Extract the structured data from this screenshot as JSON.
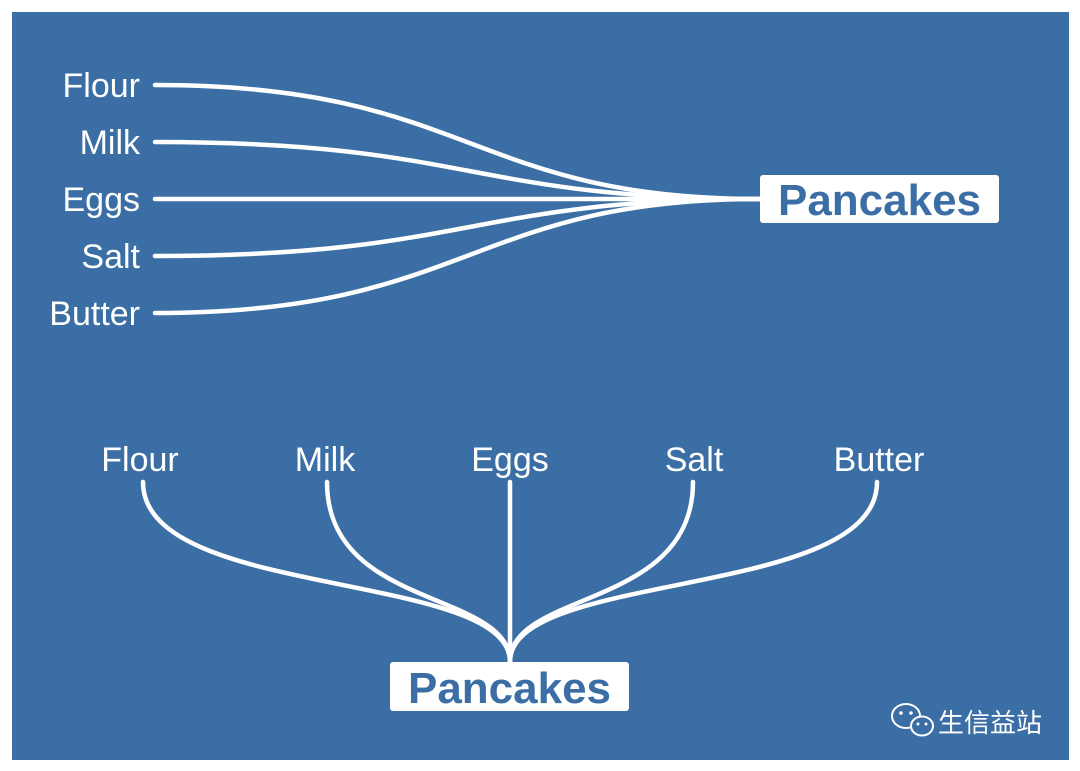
{
  "colors": {
    "background": "#3a6ea5",
    "lines": "#ffffff",
    "target_text": "#3a6ea5"
  },
  "horizontal_tree": {
    "ingredients": [
      "Flour",
      "Milk",
      "Eggs",
      "Salt",
      "Butter"
    ],
    "target": "Pancakes"
  },
  "vertical_tree": {
    "ingredients": [
      "Flour",
      "Milk",
      "Eggs",
      "Salt",
      "Butter"
    ],
    "target": "Pancakes"
  },
  "watermark": {
    "icon": "wechat-icon",
    "text": "生信益站"
  }
}
